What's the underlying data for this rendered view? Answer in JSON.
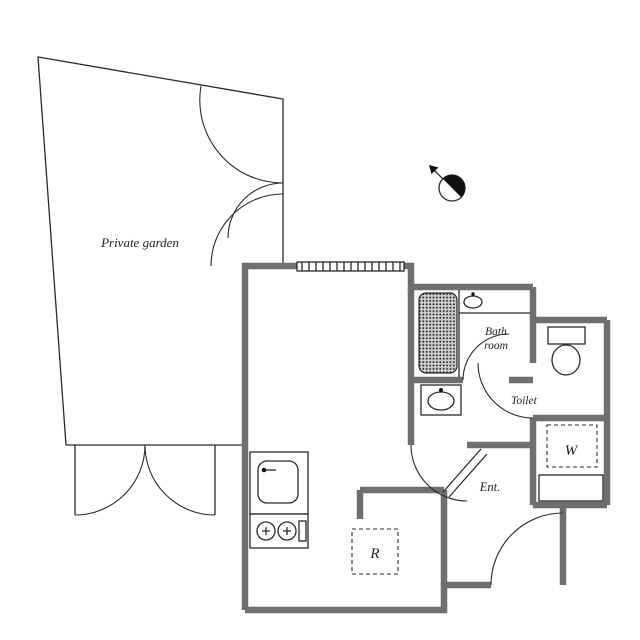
{
  "labels": {
    "private_garden": "Private garden",
    "bath_line1": "Bath",
    "bath_line2": "room",
    "toilet": "Toilet",
    "entrance": "Ent.",
    "washing_machine": "W",
    "refrigerator": "R"
  },
  "icons": {
    "compass": "north-compass-icon",
    "tub": "bathtub-icon",
    "toilet_fixture": "toilet-icon",
    "sink": "kitchen-sink-icon",
    "stove": "two-burner-stove-icon",
    "washbasin": "washbasin-icon"
  },
  "colors": {
    "wall": "#6f6f6f",
    "line": "#2a2a2a",
    "text": "#1e1e1e",
    "background": "#ffffff"
  }
}
